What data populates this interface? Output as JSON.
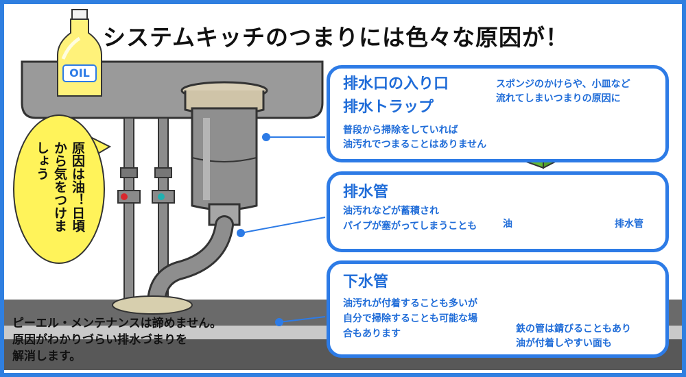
{
  "title": "システムキッチのつまりには色々な原因が！",
  "oil_bottle": {
    "label": "OIL"
  },
  "bubble": {
    "text": "原因は油！日頃から気をつけましょう"
  },
  "cards": [
    {
      "heading1": "排水口の入り口",
      "heading2": "排水トラップ",
      "body": [
        "普段から掃除をしていれば",
        "油汚れでつまることはありません"
      ],
      "note": [
        "スポンジのかけらや、小皿など",
        "流れてしまいつまりの原因に"
      ]
    },
    {
      "heading": "排水管",
      "body": [
        "油汚れなどが蓄積され",
        "パイプが塞がってしまうことも"
      ],
      "label_oil": "油",
      "label_pipe": "排水管"
    },
    {
      "heading": "下水管",
      "body": [
        "油汚れが付着することも多いが",
        "自分で掃除することも可能な場",
        "合もあります"
      ],
      "note": [
        "鉄の管は錆びることもあり",
        "油が付着しやすい面も"
      ]
    }
  ],
  "footer": [
    "ピーエル・メンテナンスは諦めません。",
    "原因がわかりづらい排水づまりを",
    "解消します。"
  ],
  "colors": {
    "accent": "#2d7be6",
    "bubble": "#fff35a",
    "counter": "#9a9a9a",
    "floor": "#5c5c5c",
    "oil": "#f0a030"
  }
}
